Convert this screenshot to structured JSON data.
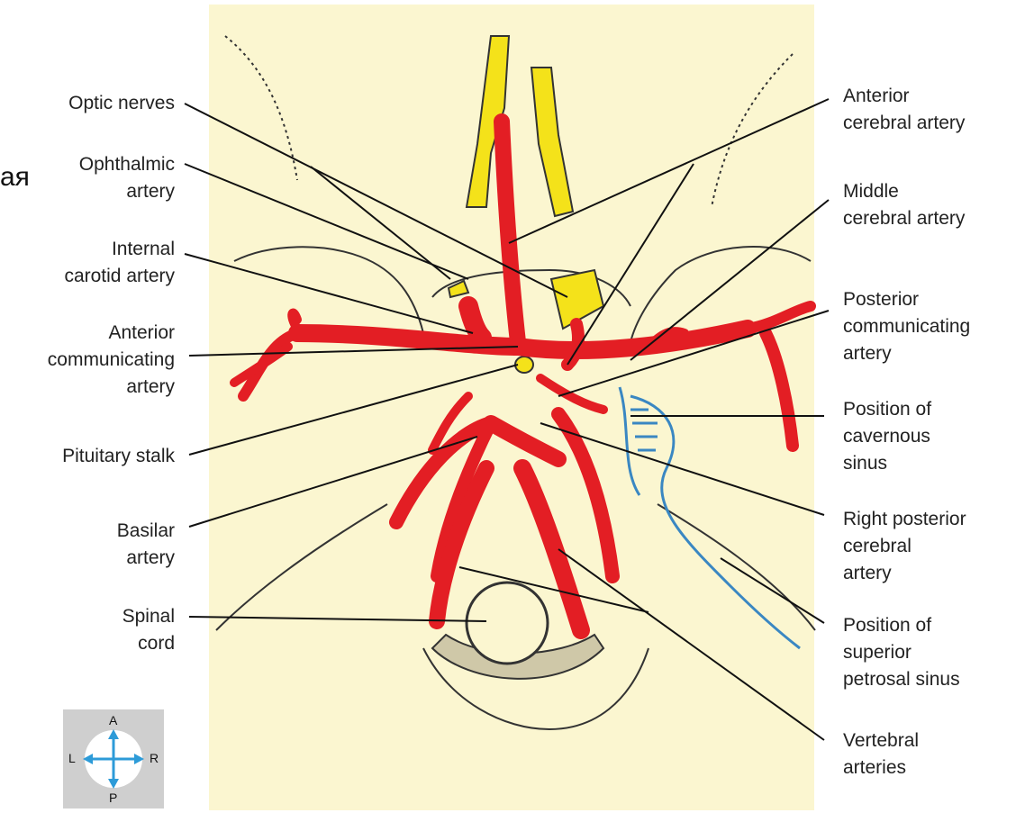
{
  "fragment_text": "ая",
  "labels_left": [
    {
      "id": "optic-nerves",
      "text": "Optic nerves"
    },
    {
      "id": "ophthalmic-artery",
      "text": "Ophthalmic\nartery"
    },
    {
      "id": "internal-carotid-artery",
      "text": "Internal\ncarotid artery"
    },
    {
      "id": "anterior-communicating-artery",
      "text": "Anterior\ncommunicating\nartery"
    },
    {
      "id": "pituitary-stalk",
      "text": "Pituitary stalk"
    },
    {
      "id": "basilar-artery",
      "text": "Basilar\nartery"
    },
    {
      "id": "spinal-cord",
      "text": "Spinal\ncord"
    }
  ],
  "labels_right": [
    {
      "id": "anterior-cerebral-artery",
      "text": "Anterior\ncerebral artery"
    },
    {
      "id": "middle-cerebral-artery",
      "text": "Middle\ncerebral artery"
    },
    {
      "id": "posterior-communicating-artery",
      "text": "Posterior\ncommunicating\nartery"
    },
    {
      "id": "position-of-cavernous-sinus",
      "text": "Position of\ncavernous\nsinus"
    },
    {
      "id": "right-posterior-cerebral-artery",
      "text": "Right  posterior\ncerebral\nartery"
    },
    {
      "id": "position-of-superior-petrosal-sinus",
      "text": "Position of\nsuperior\npetrosal sinus"
    },
    {
      "id": "vertebral-arteries",
      "text": "Vertebral\narteries"
    }
  ],
  "compass": {
    "a": "A",
    "p": "P",
    "l": "L",
    "r": "R"
  },
  "colors": {
    "background": "#fbf6d0",
    "artery": "#e31e24",
    "nerve": "#f4e21a",
    "sinus": "#3a87c2",
    "outline": "#222222"
  }
}
